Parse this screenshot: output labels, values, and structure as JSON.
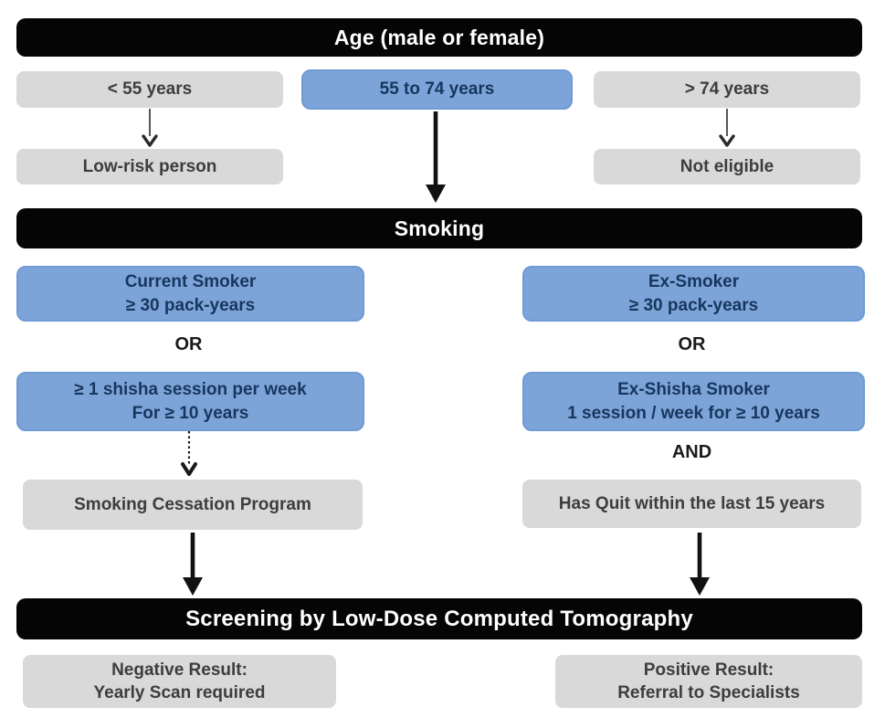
{
  "colors": {
    "blue": "#7da4d9",
    "blue_border": "#6f9ad3",
    "blue_text": "#17365d",
    "gray": "#d9d9d9",
    "gray_text": "#3d3d3d",
    "bar_bg": "#050505",
    "bar_text": "#ffffff",
    "arrow": "#1a1a1a"
  },
  "headers": {
    "age": "Age (male or female)",
    "smoking": "Smoking",
    "screening": "Screening by Low-Dose Computed Tomography"
  },
  "age_row": {
    "under55": "< 55 years",
    "eligible": "55 to 74 years",
    "over74": "> 74 years",
    "under55_outcome": "Low-risk person",
    "over74_outcome": "Not eligible"
  },
  "current_smoker_path": {
    "criterion1_line1": "Current Smoker",
    "criterion1_line2": "≥ 30 pack-years",
    "connector": "OR",
    "criterion2_line1": "≥ 1 shisha session per week",
    "criterion2_line2": "For ≥ 10 years",
    "action": "Smoking Cessation Program"
  },
  "ex_smoker_path": {
    "criterion1_line1": "Ex-Smoker",
    "criterion1_line2": "≥ 30 pack-years",
    "connector1": "OR",
    "criterion2_line1": "Ex-Shisha Smoker",
    "criterion2_line2": "1 session / week for ≥ 10 years",
    "connector2": "AND",
    "condition": "Has Quit within the last 15 years"
  },
  "results": {
    "negative_line1": "Negative Result:",
    "negative_line2": "Yearly Scan required",
    "positive_line1": "Positive Result:",
    "positive_line2": "Referral to Specialists"
  }
}
